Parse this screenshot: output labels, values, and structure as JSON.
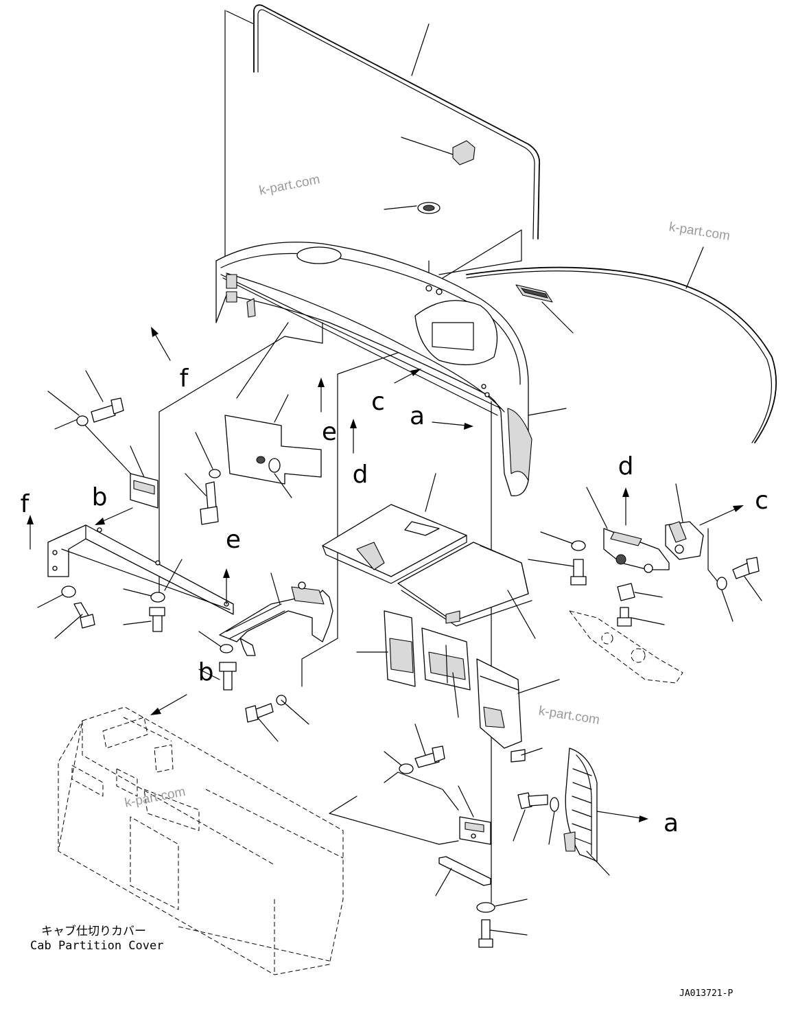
{
  "letters": {
    "a1": "a",
    "a2": "a",
    "b1": "b",
    "b2": "b",
    "c1": "c",
    "c2": "c",
    "d1": "d",
    "d2": "d",
    "e1": "e",
    "e2": "e",
    "f1": "f",
    "f2": "f"
  },
  "watermark": "k-part.com",
  "caption": {
    "jp": "キャブ仕切りカバー",
    "en": "Cab Partition Cover"
  },
  "drawing_code": "JA013721-P"
}
